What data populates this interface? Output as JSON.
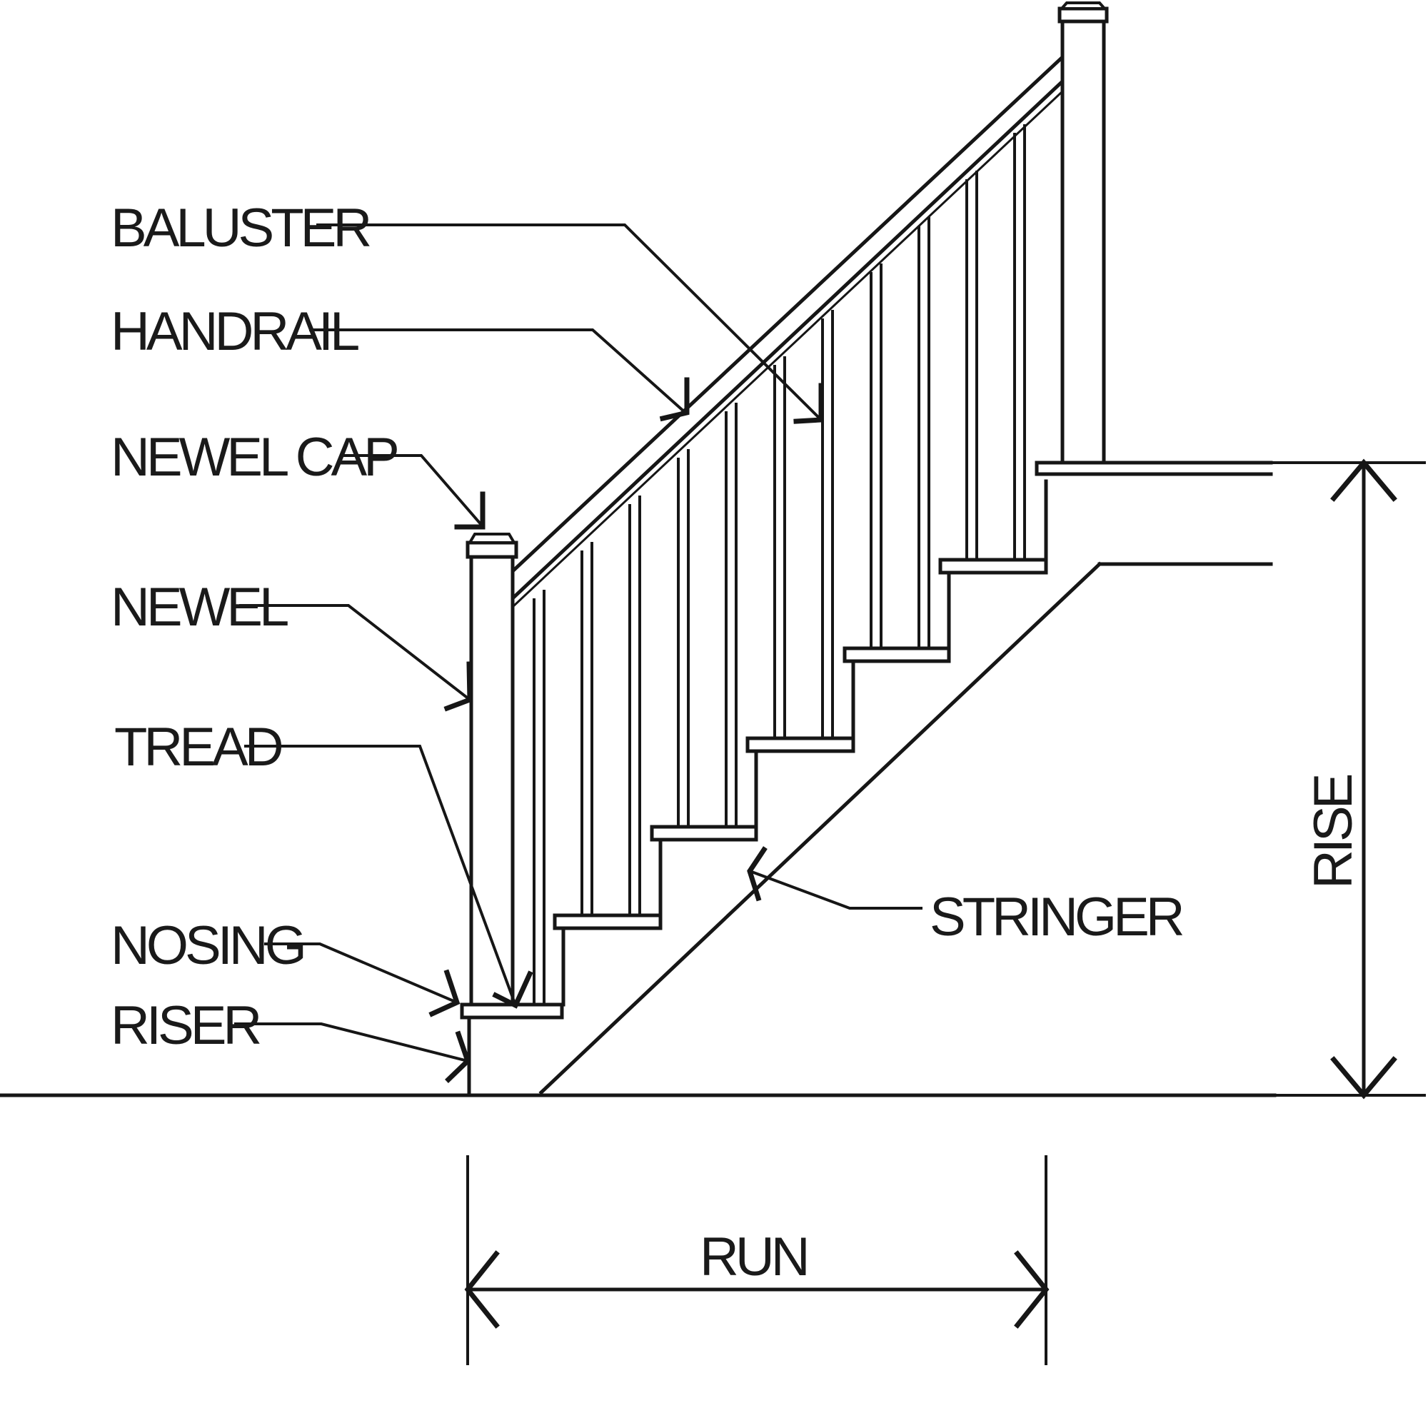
{
  "labels": {
    "baluster": "BALUSTER",
    "handrail": "HANDRAIL",
    "newel_cap": "NEWEL CAP",
    "newel": "NEWEL",
    "tread": "TREAD",
    "nosing": "NOSING",
    "riser": "RISER",
    "stringer": "STRINGER",
    "rise": "RISE",
    "run": "RUN"
  },
  "colors": {
    "line": "#161616",
    "background": "#ffffff"
  }
}
